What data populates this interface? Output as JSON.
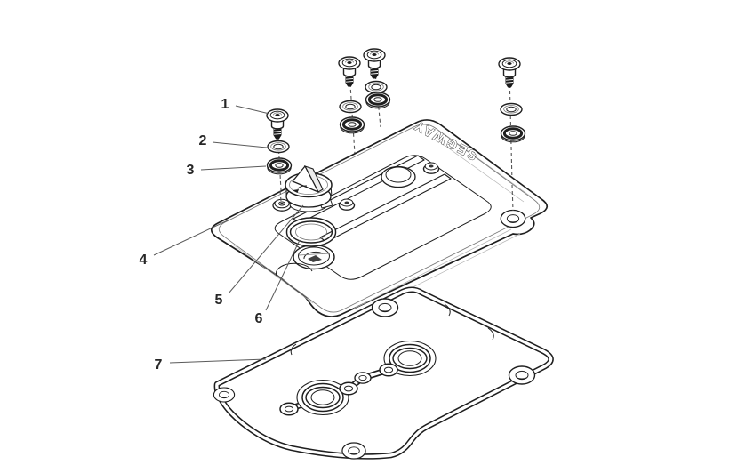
{
  "diagram": {
    "type": "exploded-parts-diagram",
    "brand_text": "SEGWAY",
    "callouts": [
      {
        "label": "1"
      },
      {
        "label": "2"
      },
      {
        "label": "3"
      },
      {
        "label": "4"
      },
      {
        "label": "5"
      },
      {
        "label": "6"
      },
      {
        "label": "7"
      }
    ],
    "colors": {
      "background": "#ffffff",
      "line": "#1f1f1f",
      "leader": "#5a5a5a",
      "label": "#262626"
    }
  }
}
